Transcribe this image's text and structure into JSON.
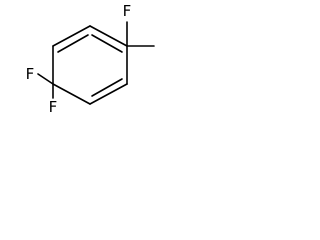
{
  "structure": {
    "atoms": {
      "top_right_f": "F",
      "left_f_upper": "F",
      "left_f_lower": "F"
    }
  },
  "colors": {
    "background": "#ffffff",
    "bond": "#000000",
    "label": "#000000"
  }
}
